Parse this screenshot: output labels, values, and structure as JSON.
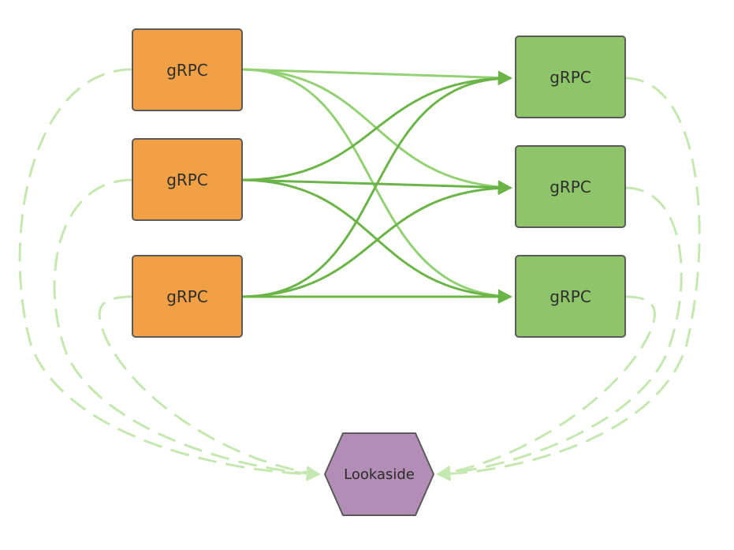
{
  "clients": [
    {
      "label": "gRPC"
    },
    {
      "label": "gRPC"
    },
    {
      "label": "gRPC"
    }
  ],
  "servers": [
    {
      "label": "gRPC"
    },
    {
      "label": "gRPC"
    },
    {
      "label": "gRPC"
    }
  ],
  "lookaside": {
    "label": "Lookaside"
  },
  "colors": {
    "client_fill": "#f1a045",
    "server_fill": "#8fc569",
    "node_stroke": "#5a5a5a",
    "lookaside_fill": "#b28db5",
    "connection_light": "#93d174",
    "connection_dark": "#6bb548",
    "dashed_link": "#c5e8b0"
  }
}
